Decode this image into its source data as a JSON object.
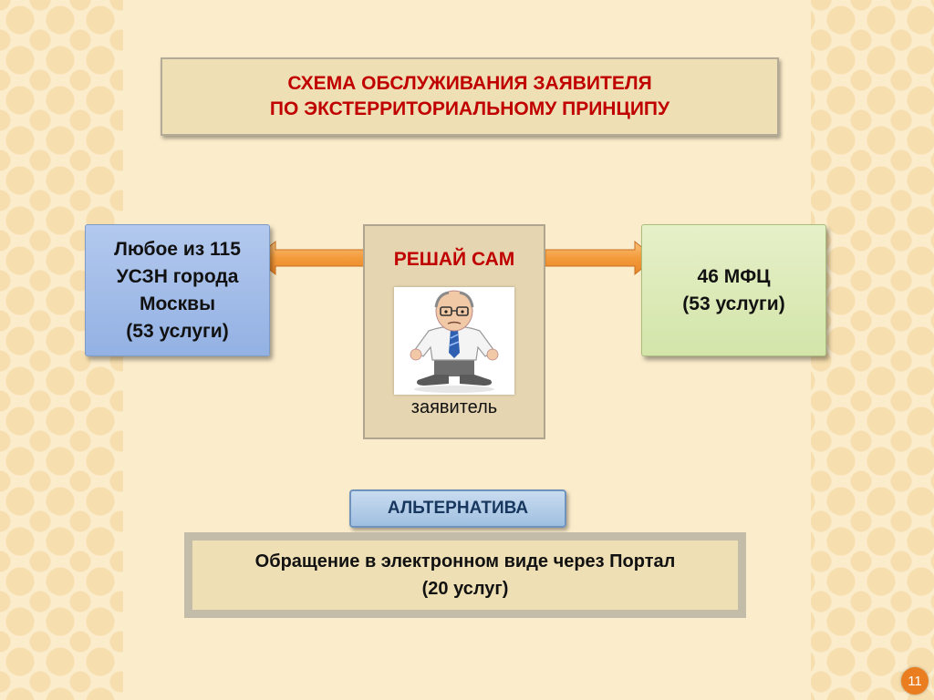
{
  "title": {
    "line1": "СХЕМА ОБСЛУЖИВАНИЯ ЗАЯВИТЕЛЯ",
    "line2": "ПО ЭКСТЕРРИТОРИАЛЬНОМУ ПРИНЦИПУ"
  },
  "left_node": {
    "line1": "Любое из 115",
    "line2": "УСЗН города",
    "line3": "Москвы",
    "line4": "(53 услуги)"
  },
  "center_node": {
    "title": "РЕШАЙ САМ",
    "caption": "заявитель"
  },
  "right_node": {
    "line1": "46 МФЦ",
    "line2": "(53 услуги)"
  },
  "alternative_label": "АЛЬТЕРНАТИВА",
  "bottom_box": {
    "line1": "Обращение в электронном виде через Портал",
    "line2": "(20 услуг)"
  },
  "page_number": "11",
  "colors": {
    "background": "#fbeccb",
    "title_text": "#c00000",
    "left_node": "#a7c0ea",
    "right_node": "#dceab9",
    "arrow": "#f39b3b",
    "page_badge": "#e97d1f"
  },
  "icons": {
    "person": "applicant-cartoon-man",
    "arrow_left": "orange-arrow-left",
    "arrow_right": "orange-arrow-right"
  }
}
